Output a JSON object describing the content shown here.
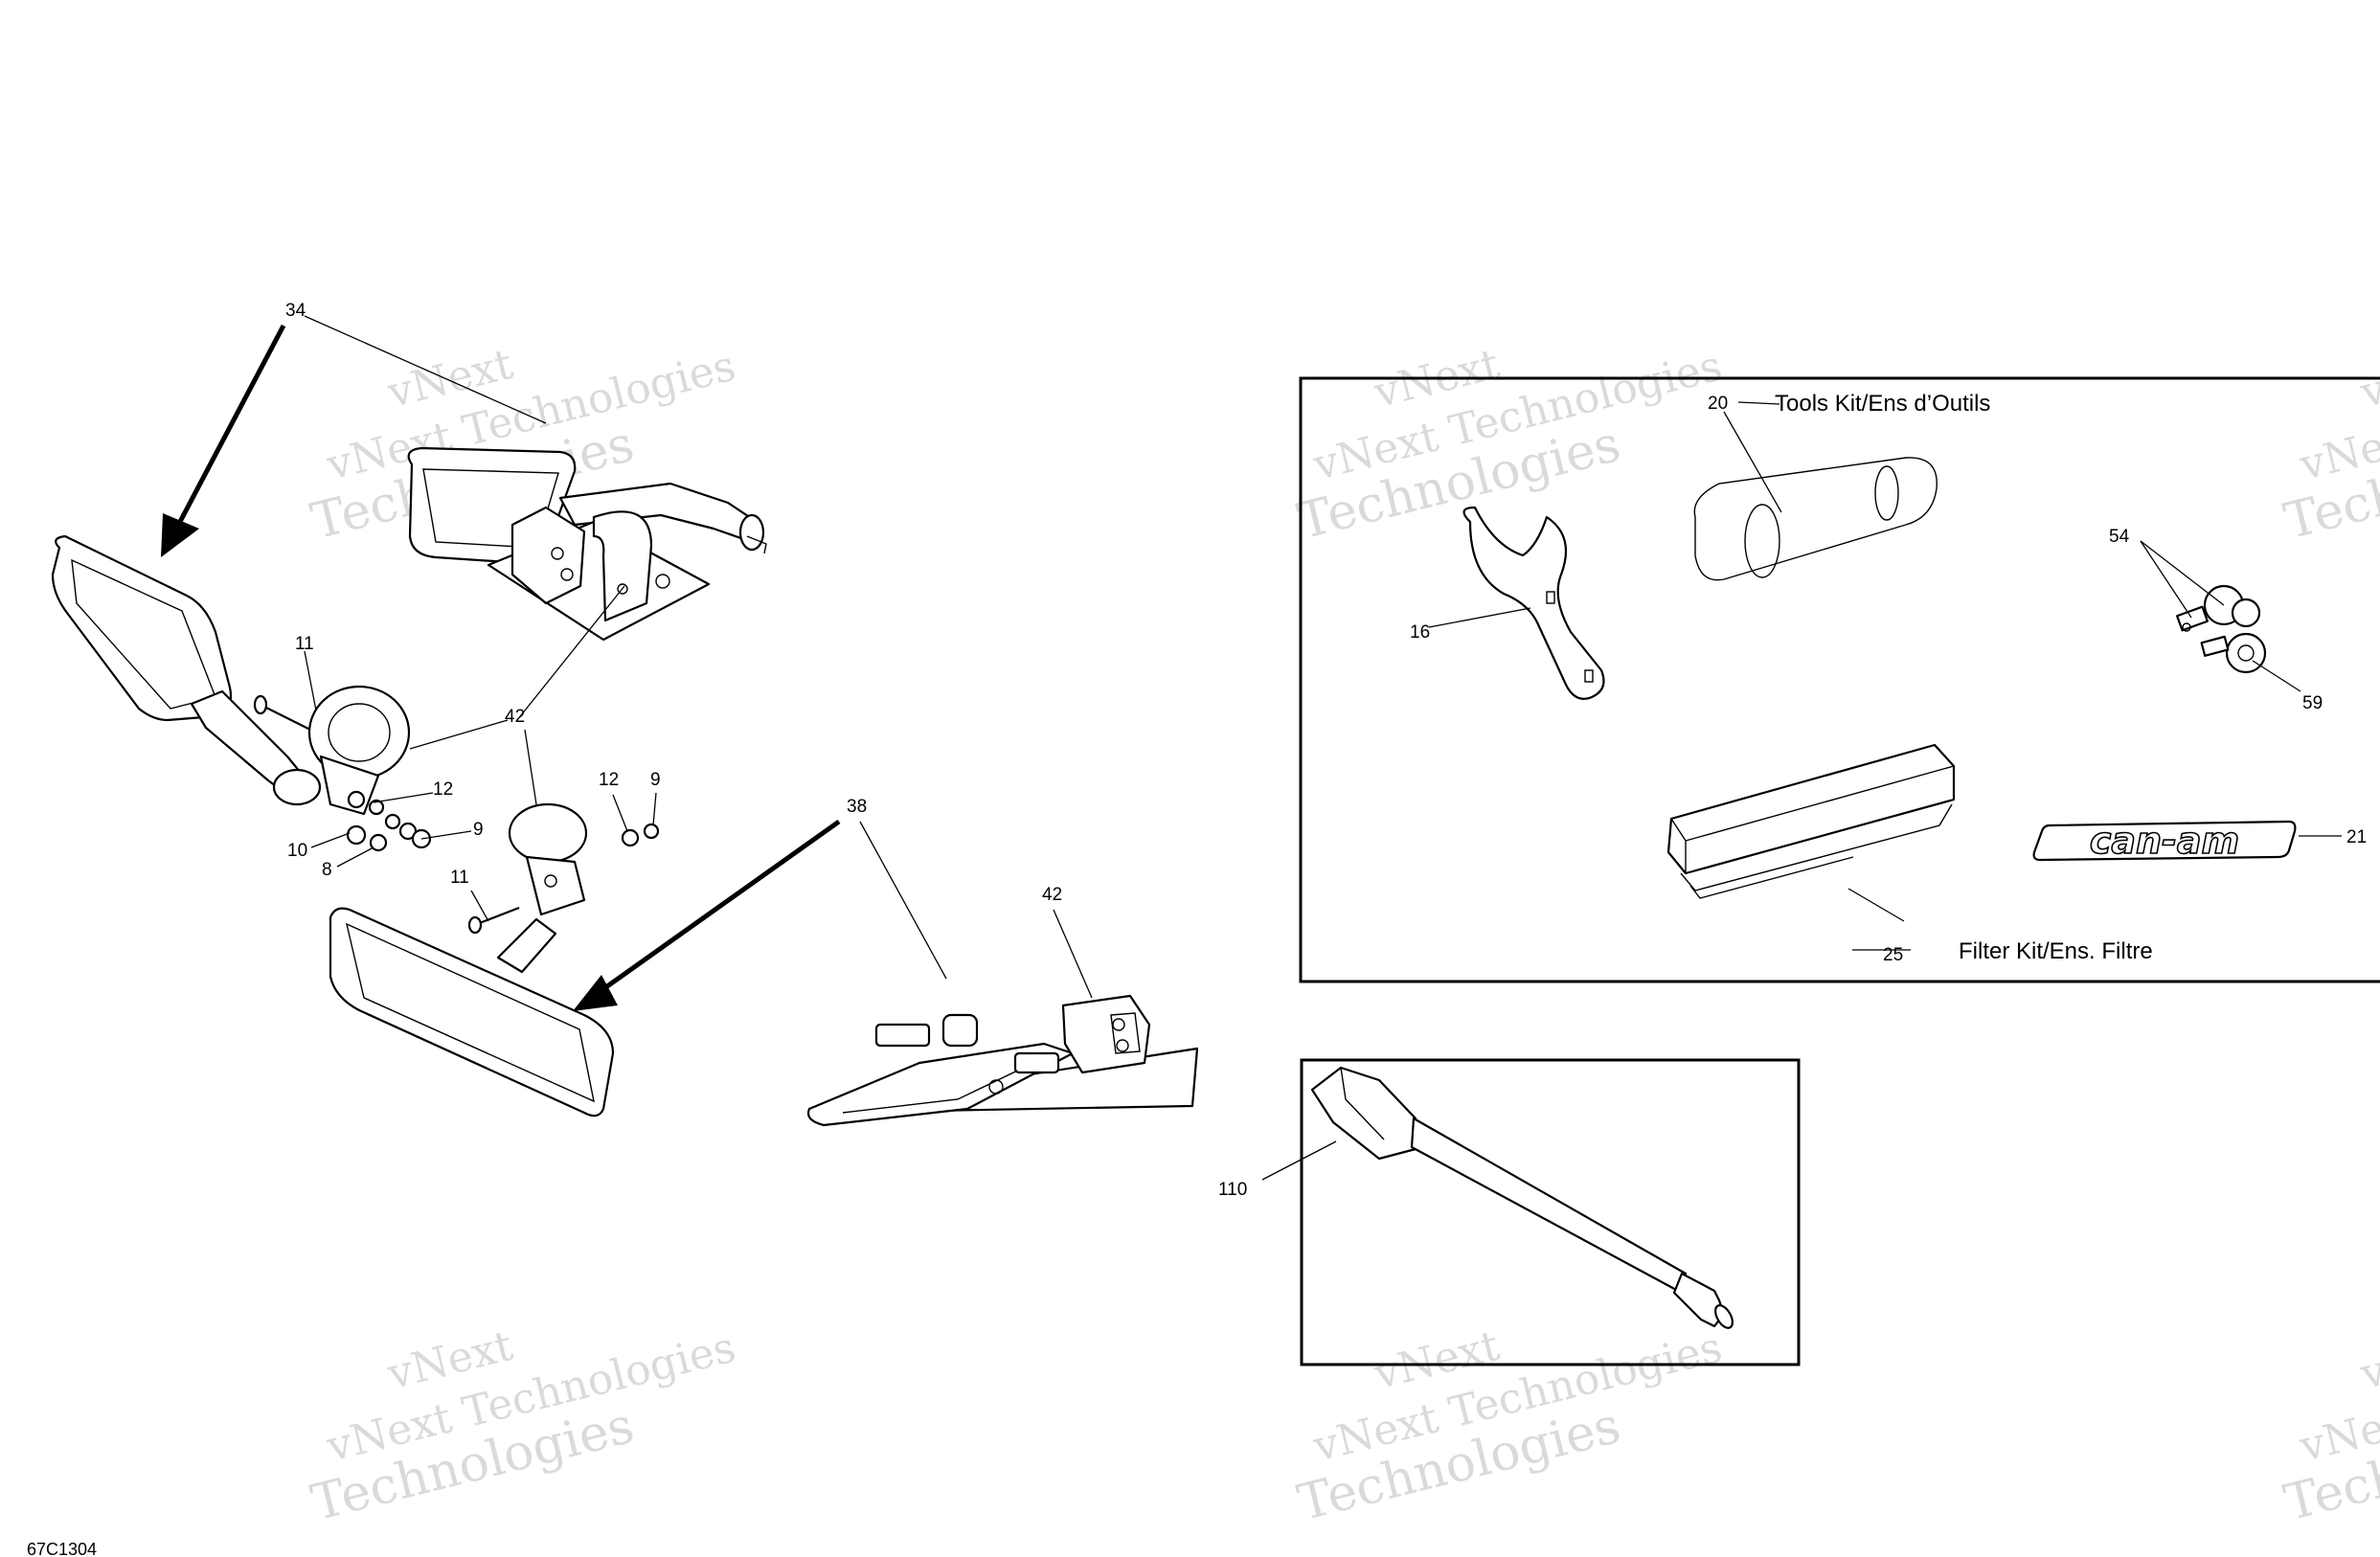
{
  "watermark": {
    "line1": "vNext",
    "line2": "vNext Technologies",
    "line3": "Technologies"
  },
  "callouts": {
    "c34": "34",
    "c11a": "11",
    "c42a": "42",
    "c12a": "12",
    "c9a": "9",
    "c10": "10",
    "c8": "8",
    "c12b": "12",
    "c9b": "9",
    "c11b": "11",
    "c38": "38",
    "c42b": "42",
    "c20": "20",
    "c16": "16",
    "c54": "54",
    "c59": "59",
    "c21": "21",
    "c25": "25",
    "c110": "110"
  },
  "kits": {
    "tools": "Tools Kit/Ens d’Outils",
    "filter": "Filter Kit/Ens. Filtre"
  },
  "logo_text": "can-am",
  "drawing_code": "67C1304"
}
